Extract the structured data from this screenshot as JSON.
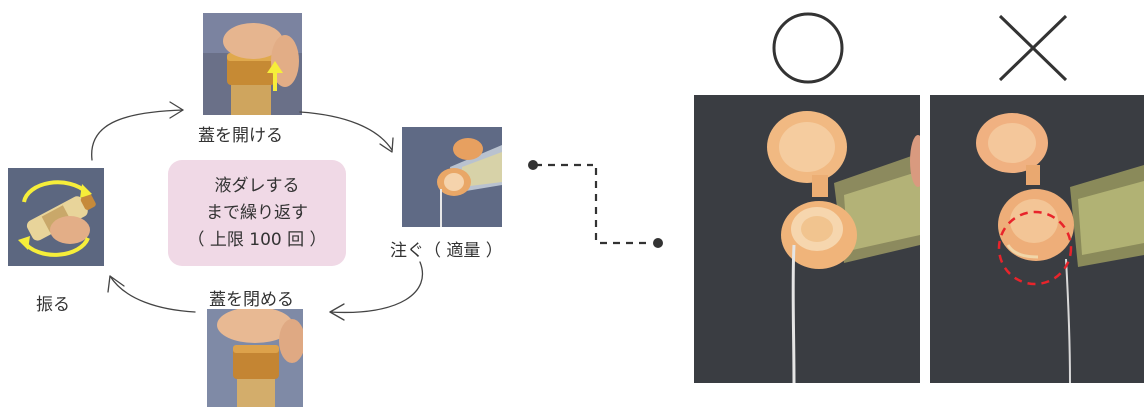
{
  "cycle": {
    "open_label": "蓋を開ける",
    "pour_label": "注ぐ（ 適量 ）",
    "close_label": "蓋を閉める",
    "shake_label": "振る",
    "note_lines": [
      "液ダレする",
      "まで繰り返す",
      "（ 上限 100 回 ）"
    ]
  },
  "compare": {
    "good_symbol": "○",
    "bad_symbol": "×"
  },
  "colors": {
    "note_bg": "#f0d9e6",
    "arrow": "#444444",
    "connector": "#333333",
    "highlight_circle": "#e8242b",
    "photo_bg": "#3a3d42",
    "cap": "#f2b98c",
    "arrow_hint": "#f6ee3a"
  },
  "icons": [
    "circle-symbol-icon",
    "cross-symbol-icon",
    "yellow-up-arrow-icon",
    "rotate-arrows-icon"
  ]
}
